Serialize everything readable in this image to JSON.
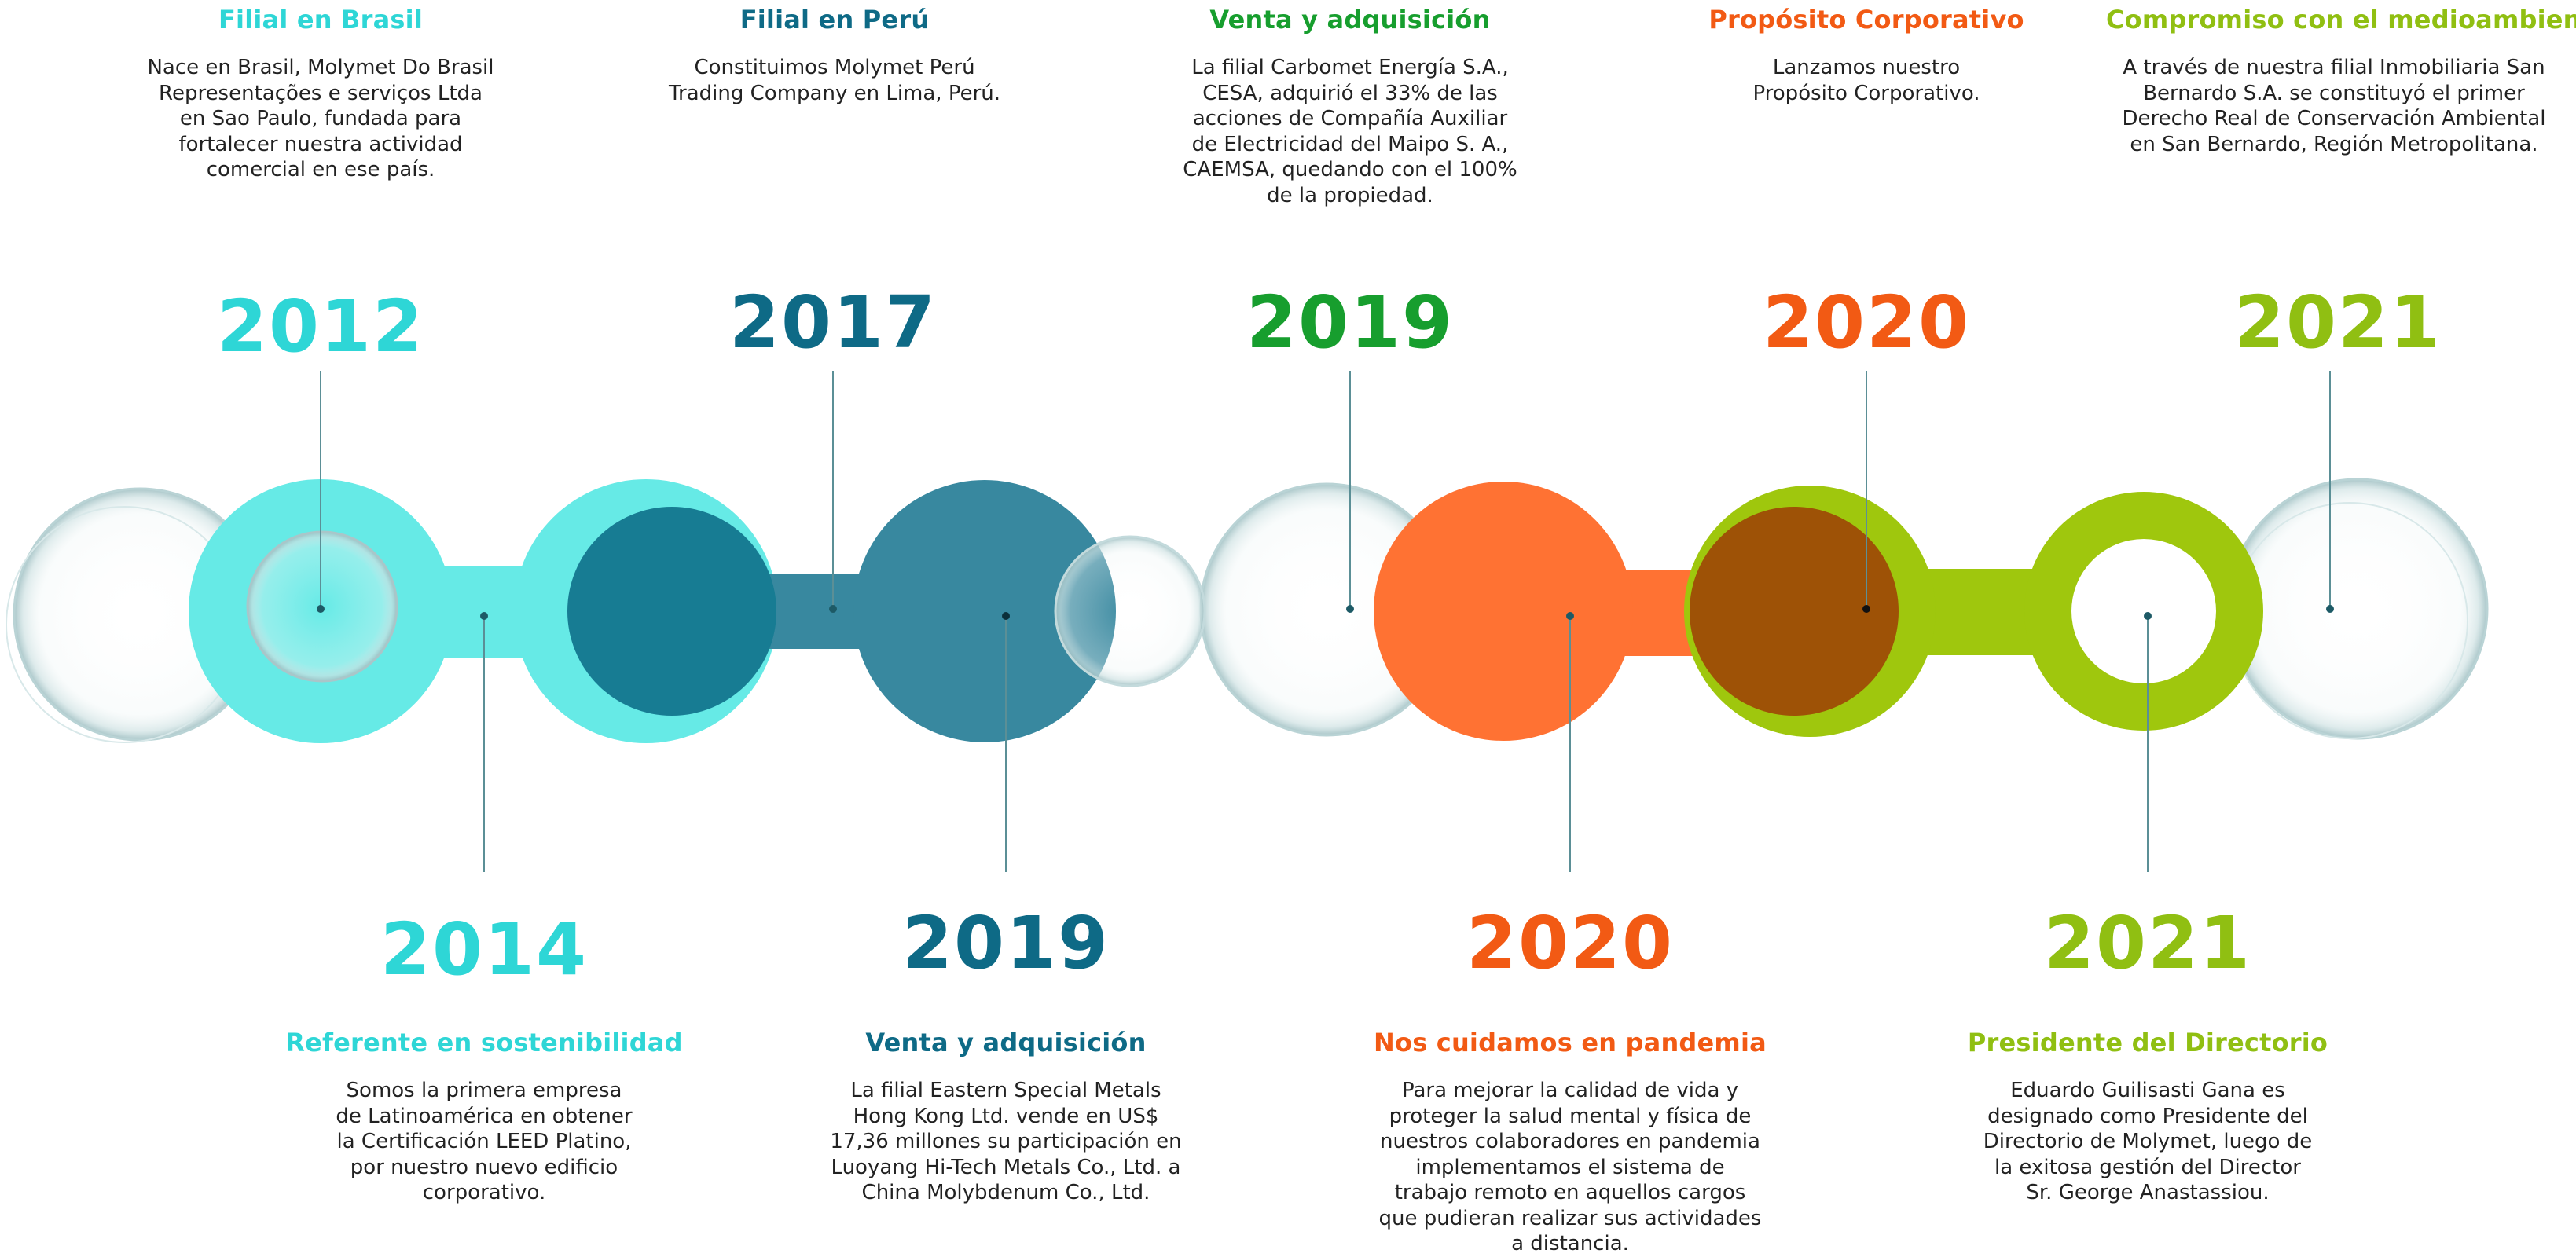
{
  "colors": {
    "cyan": "#2ED6D6",
    "cyan_blob": "#66EAE6",
    "teal": "#0E6A86",
    "teal_blob": "#38889F",
    "teal_dark": "#177C93",
    "green": "#179E2E",
    "orange": "#F25A14",
    "orange_blob": "#FF7233",
    "brown": "#9E5206",
    "lime": "#90BF12",
    "lime_blob": "#9FC70D",
    "line": "#5B8F96",
    "text": "#222222"
  },
  "top_events": [
    {
      "title": "Filial en Brasil",
      "year": "2012",
      "color": "#2ED6D6",
      "text": "Nace en Brasil, Molymet Do Brasil Representações e serviços Ltda en Sao Paulo, fundada para fortalecer nuestra actividad comercial en ese país."
    },
    {
      "title": "Filial en Perú",
      "year": "2017",
      "color": "#0E6A86",
      "text": "Constituimos Molymet Perú Trading Company en Lima, Perú."
    },
    {
      "title": "Venta y adquisición",
      "year": "2019",
      "color": "#179E2E",
      "text": "La filial Carbomet Energía S.A., CESA, adquirió el 33% de las acciones de Compañía Auxiliar de Electricidad del Maipo S. A., CAEMSA, quedando con el 100% de la propiedad."
    },
    {
      "title": "Propósito Corporativo",
      "year": "2020",
      "color": "#F25A14",
      "text": "Lanzamos nuestro Propósito Corporativo."
    },
    {
      "title": "Compromiso con el medioambiente",
      "year": "2021",
      "color": "#90BF12",
      "text": "A través de nuestra filial Inmobiliaria San Bernardo S.A. se constituyó el primer Derecho Real de Conservación Ambiental en San Bernardo, Región Metropolitana."
    }
  ],
  "bottom_events": [
    {
      "title": "Referente en sostenibilidad",
      "year": "2014",
      "color": "#2ED6D6",
      "text": "Somos la primera empresa de Latinoamérica en obtener la Certificación LEED Platino, por nuestro nuevo edificio corporativo."
    },
    {
      "title": "Venta y adquisición",
      "year": "2019",
      "color": "#0E6A86",
      "text": "La filial Eastern Special Metals Hong Kong Ltd. vende en US$ 17,36 millones su participación en Luoyang Hi-Tech Metals Co., Ltd. a China Molybdenum Co., Ltd."
    },
    {
      "title": "Nos cuidamos en pandemia",
      "year": "2020",
      "color": "#F25A14",
      "text": "Para mejorar la calidad de vida y proteger la salud mental y física de nuestros colaboradores en pandemia implementamos el sistema de trabajo remoto en aquellos cargos que pudieran realizar sus actividades a distancia."
    },
    {
      "title": "Presidente del Directorio",
      "year": "2021",
      "color": "#90BF12",
      "text": "Eduardo Guilisasti Gana es designado como Presidente del Directorio de Molymet, luego de la exitosa gestión del Director Sr. George Anastassiou."
    }
  ]
}
